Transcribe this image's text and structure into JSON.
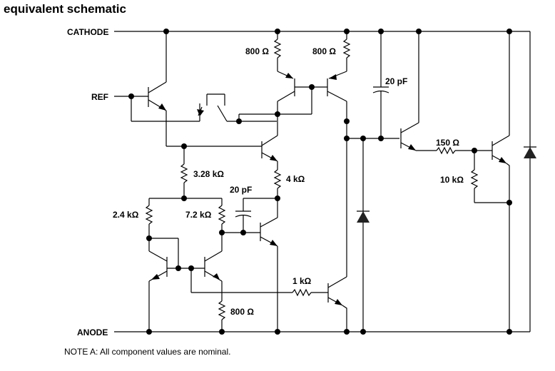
{
  "title": "equivalent schematic",
  "note": "NOTE A:   All component values are nominal.",
  "pins": {
    "cathode": "CATHODE",
    "ref": "REF",
    "anode": "ANODE"
  },
  "components": {
    "r_top_left": "800 Ω",
    "r_top_right": "800 Ω",
    "c_top": "20 pF",
    "r_150": "150 Ω",
    "r_10k": "10 kΩ",
    "r_328k": "3.28 kΩ",
    "r_4k": "4 kΩ",
    "c_mid": "20 pF",
    "r_24k": "2.4 kΩ",
    "r_72k": "7.2 kΩ",
    "r_1k": "1 kΩ",
    "r_800_bottom": "800 Ω"
  }
}
